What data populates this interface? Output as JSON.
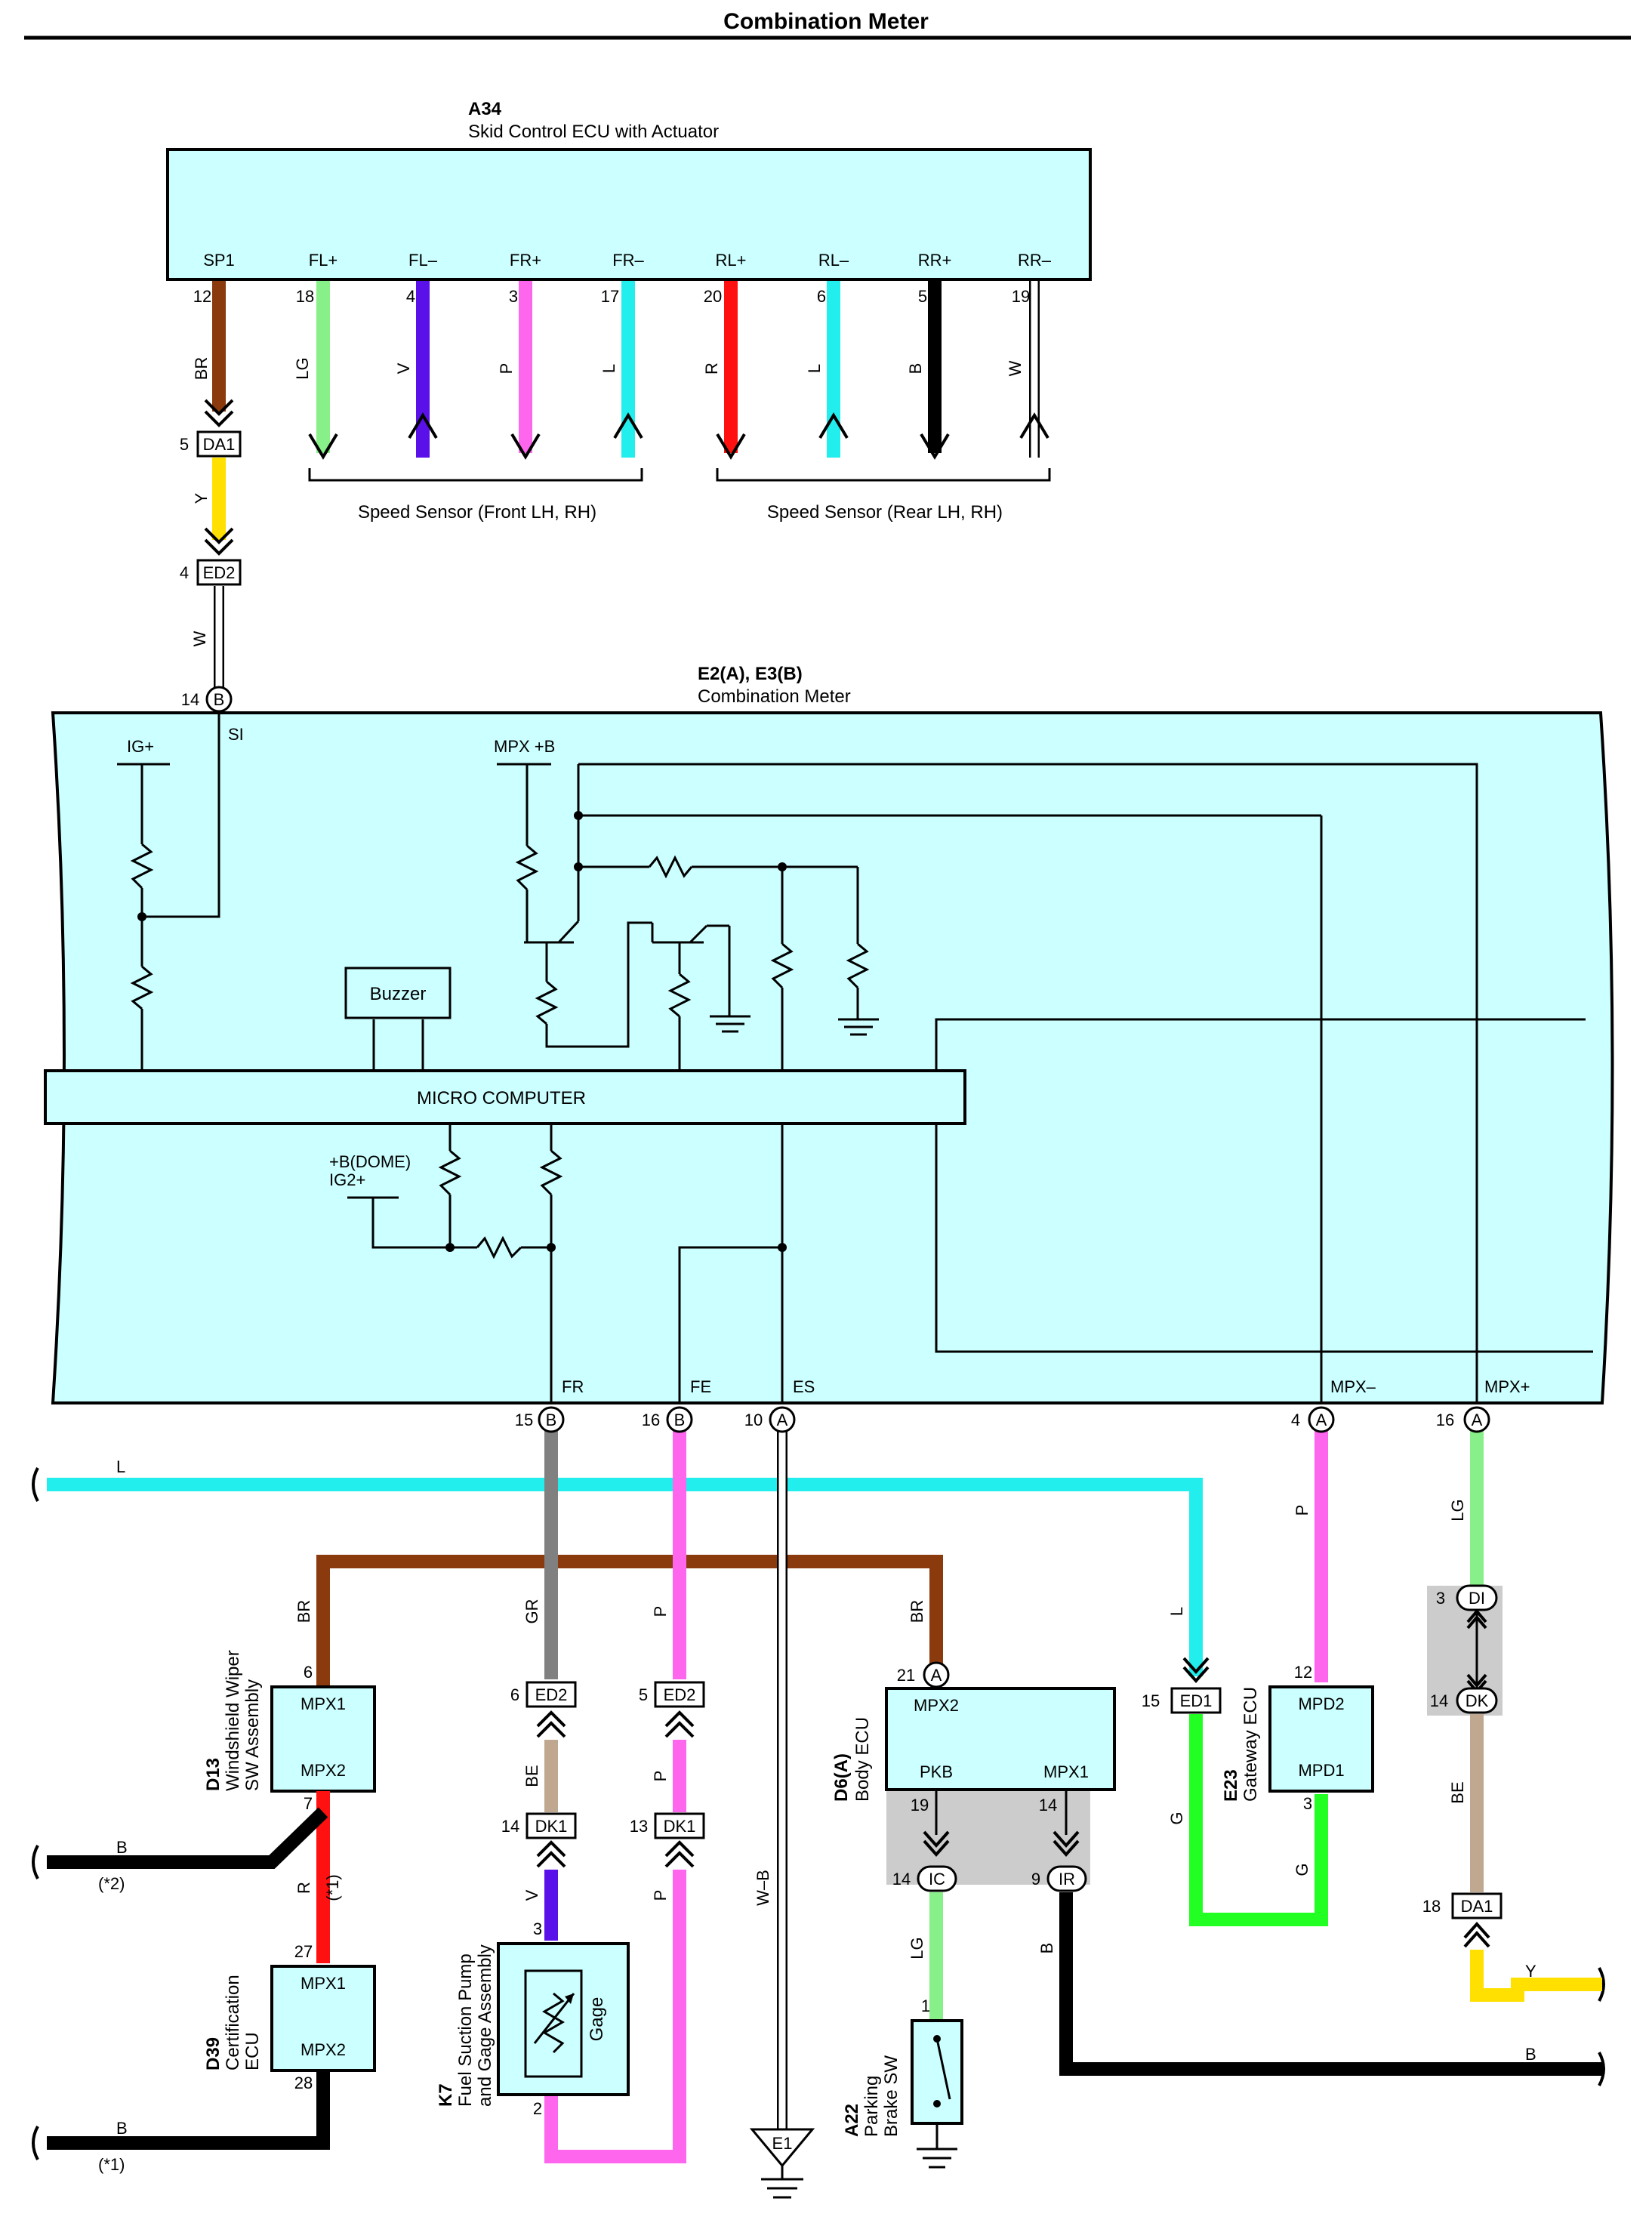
{
  "page_title": "Combination Meter",
  "a34": {
    "code": "A34",
    "name": "Skid Control ECU with Actuator",
    "terminals": [
      {
        "name": "SP1",
        "pin": "12",
        "color": "BR",
        "hex": "#8b3a0e"
      },
      {
        "name": "FL+",
        "pin": "18",
        "color": "LG",
        "hex": "#88f088"
      },
      {
        "name": "FL–",
        "pin": "4",
        "color": "V",
        "hex": "#5a10e8"
      },
      {
        "name": "FR+",
        "pin": "3",
        "color": "P",
        "hex": "#ff66ee"
      },
      {
        "name": "FR–",
        "pin": "17",
        "color": "L",
        "hex": "#22eeee"
      },
      {
        "name": "RL+",
        "pin": "20",
        "color": "R",
        "hex": "#ff1111"
      },
      {
        "name": "RL–",
        "pin": "6",
        "color": "L",
        "hex": "#22eeee"
      },
      {
        "name": "RR+",
        "pin": "5",
        "color": "B",
        "hex": "#000000"
      },
      {
        "name": "RR–",
        "pin": "19",
        "color": "W",
        "hex": "#ffffff"
      }
    ],
    "speed_front": "Speed Sensor (Front LH,  RH)",
    "speed_rear": "Speed Sensor (Rear LH,  RH)"
  },
  "sp_path": {
    "da1_pin": "5",
    "da1": "DA1",
    "y_color": "Y",
    "ed2_pin": "4",
    "ed2": "ED2",
    "w_color": "W",
    "si_pin": "14",
    "si_conn": "B",
    "si": "SI"
  },
  "meter": {
    "code": "E2(A), E3(B)",
    "name": "Combination Meter",
    "ig_plus": "IG+",
    "mpx_b": "MPX +B",
    "buzzer": "Buzzer",
    "micro": "MICRO COMPUTER",
    "dome": "+B(DOME)",
    "ig2": "IG2+",
    "terminals": [
      {
        "name": "FR",
        "pin": "15",
        "conn": "B"
      },
      {
        "name": "FE",
        "pin": "16",
        "conn": "B"
      },
      {
        "name": "ES",
        "pin": "10",
        "conn": "A"
      },
      {
        "name": "MPX–",
        "pin": "4",
        "conn": "A"
      },
      {
        "name": "MPX+",
        "pin": "16",
        "conn": "A"
      }
    ]
  },
  "wires": {
    "l_top": "L",
    "br": "BR",
    "gr": "GR",
    "p": "P",
    "br2": "BR",
    "l": "L",
    "p2": "P",
    "lg": "LG",
    "be": "BE",
    "v": "V",
    "p3": "P",
    "p4": "P",
    "wb": "W–B",
    "r": "R",
    "b1": "B",
    "b2": "B",
    "b3": "B",
    "lg2": "LG",
    "g1": "G",
    "g2": "G",
    "be2": "BE",
    "y": "Y"
  },
  "d13": {
    "code": "D13",
    "name1": "Windshield Wiper",
    "name2": "SW Assembly",
    "t1": "MPX1",
    "t2": "MPX2",
    "pin_top": "6",
    "pin_bot": "7",
    "note": "(*1)",
    "note2": "(*2)"
  },
  "d39": {
    "code": "D39",
    "name1": "Certification",
    "name2": "ECU",
    "t1": "MPX1",
    "t2": "MPX2",
    "pin_top": "27",
    "pin_bot": "28",
    "note": "(*1)"
  },
  "k7": {
    "code": "K7",
    "name1": "Fuel Suction Pump",
    "name2": "and Gage Assembly",
    "gage": "Gage",
    "pin_top": "3",
    "pin_bot": "2"
  },
  "conn_ed2a": {
    "pin": "6",
    "name": "ED2"
  },
  "conn_ed2b": {
    "pin": "5",
    "name": "ED2"
  },
  "conn_dk1a": {
    "pin": "14",
    "name": "DK1"
  },
  "conn_dk1b": {
    "pin": "13",
    "name": "DK1"
  },
  "e1": "E1",
  "d6": {
    "code": "D6(A)",
    "name": "Body ECU",
    "mpx2": "MPX2",
    "pkb": "PKB",
    "mpx1": "MPX1",
    "pin_top": "21",
    "conn": "A",
    "pin_pkb": "19",
    "pin_mpx1": "14"
  },
  "ic": {
    "pin": "14",
    "name": "IC"
  },
  "ir": {
    "pin": "9",
    "name": "IR"
  },
  "a22": {
    "code": "A22",
    "name1": "Parking",
    "name2": "Brake SW",
    "pin": "1"
  },
  "ed1": {
    "pin": "15",
    "name": "ED1"
  },
  "e23": {
    "code": "E23",
    "name": "Gateway ECU",
    "t1": "MPD2",
    "t2": "MPD1",
    "pin_top": "12",
    "pin_bot": "3"
  },
  "di": {
    "pin": "3",
    "name": "DI"
  },
  "dk": {
    "pin": "14",
    "name": "DK"
  },
  "da1b": {
    "pin": "18",
    "name": "DA1"
  }
}
